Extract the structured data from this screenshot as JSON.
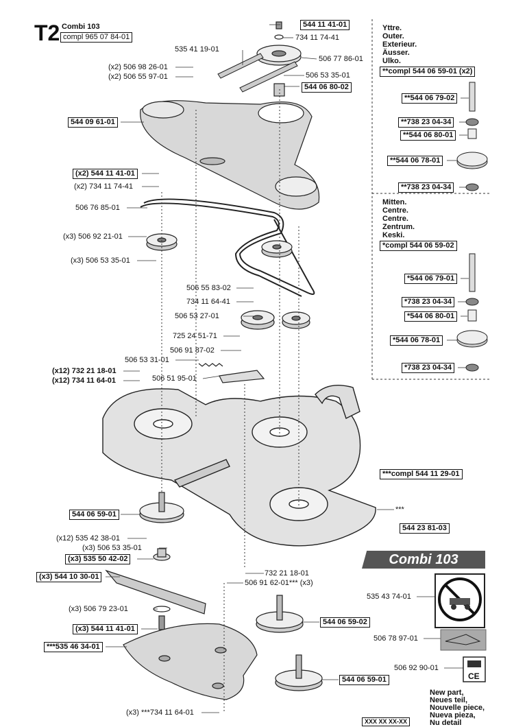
{
  "header": {
    "code": "T2",
    "model": "Combi 103",
    "compl": "compl 965 07 84-01"
  },
  "side_groups": {
    "outer": {
      "lines": [
        "Yttre.",
        "Outer.",
        "Exterieur.",
        "Äusser.",
        "Ulko."
      ],
      "compl": "**compl 544 06 59-01 (x2)"
    },
    "middle": {
      "lines": [
        "Mitten.",
        "Centre.",
        "Centre.",
        "Zentrum.",
        "Keski."
      ],
      "compl": "*compl 544 06 59-02"
    },
    "deck_compl": "***compl 544 11 29-01",
    "deck_part": "544 23 81-03"
  },
  "banner": "Combi 103",
  "legend": [
    "New part,",
    "Neues teil,",
    "Nouvelle piece,",
    "Nueva pieza,",
    "Nu detail"
  ],
  "legend_code": "XXX XX XX-XX",
  "labels": {
    "p01": "544 11 41-01",
    "p02": "734 11 74-41",
    "p03": "535 41 19-01",
    "p04": "506 77 86-01",
    "p05": "(x2) 506 98 26-01",
    "p06": "(x2) 506 55 97-01",
    "p07": "506 53 35-01",
    "p08": "544 06 80-02",
    "p09": "544 09 61-01",
    "p10": "(x2) 544 11 41-01",
    "p11": "(x2) 734 11 74-41",
    "p12": "506 76 85-01",
    "p13": "(x3) 506 92 21-01",
    "p14": "(x3) 506 53 35-01",
    "p15": "506 55 83-02",
    "p16": "734 11 64-41",
    "p17": "506 53 27-01",
    "p18": "725 24 51-71",
    "p19": "506 91 87-02",
    "p20": "506 53 31-01",
    "p21": "(x12) 732 21 18-01",
    "p22": "(x12) 734 11 64-01",
    "p23": "506 51 95-01",
    "p24": "544 06 59-01",
    "p25": "(x12) 535 42 38-01",
    "p26": "(x3) 506 53 35-01",
    "p27": "(x3) 535 50 42-02",
    "p28": "(x3) 544 10 30-01",
    "p29": "(x3) 506 79 23-01",
    "p30": "(x3) 544 11 41-01",
    "p31": "***535 46 34-01",
    "p32": "(x3) ***734 11 64-01",
    "p33": "732 21 18-01",
    "p34": "506 91 62-01*** (x3)",
    "p35": "544 06 59-02",
    "p36": "544 06 59-01",
    "p37": "535 43 74-01",
    "p38": "506 78 97-01",
    "p39": "506 92 90-01",
    "p40": "***",
    "s01": "**544 06 79-02",
    "s02": "**738 23 04-34",
    "s03": "**544 06 80-01",
    "s04": "**544 06 78-01",
    "s05": "**738 23 04-34",
    "s06": "*544 06 79-01",
    "s07": "*738 23 04-34",
    "s08": "*544 06 80-01",
    "s09": "*544 06 78-01",
    "s10": "*738 23 04-34"
  }
}
